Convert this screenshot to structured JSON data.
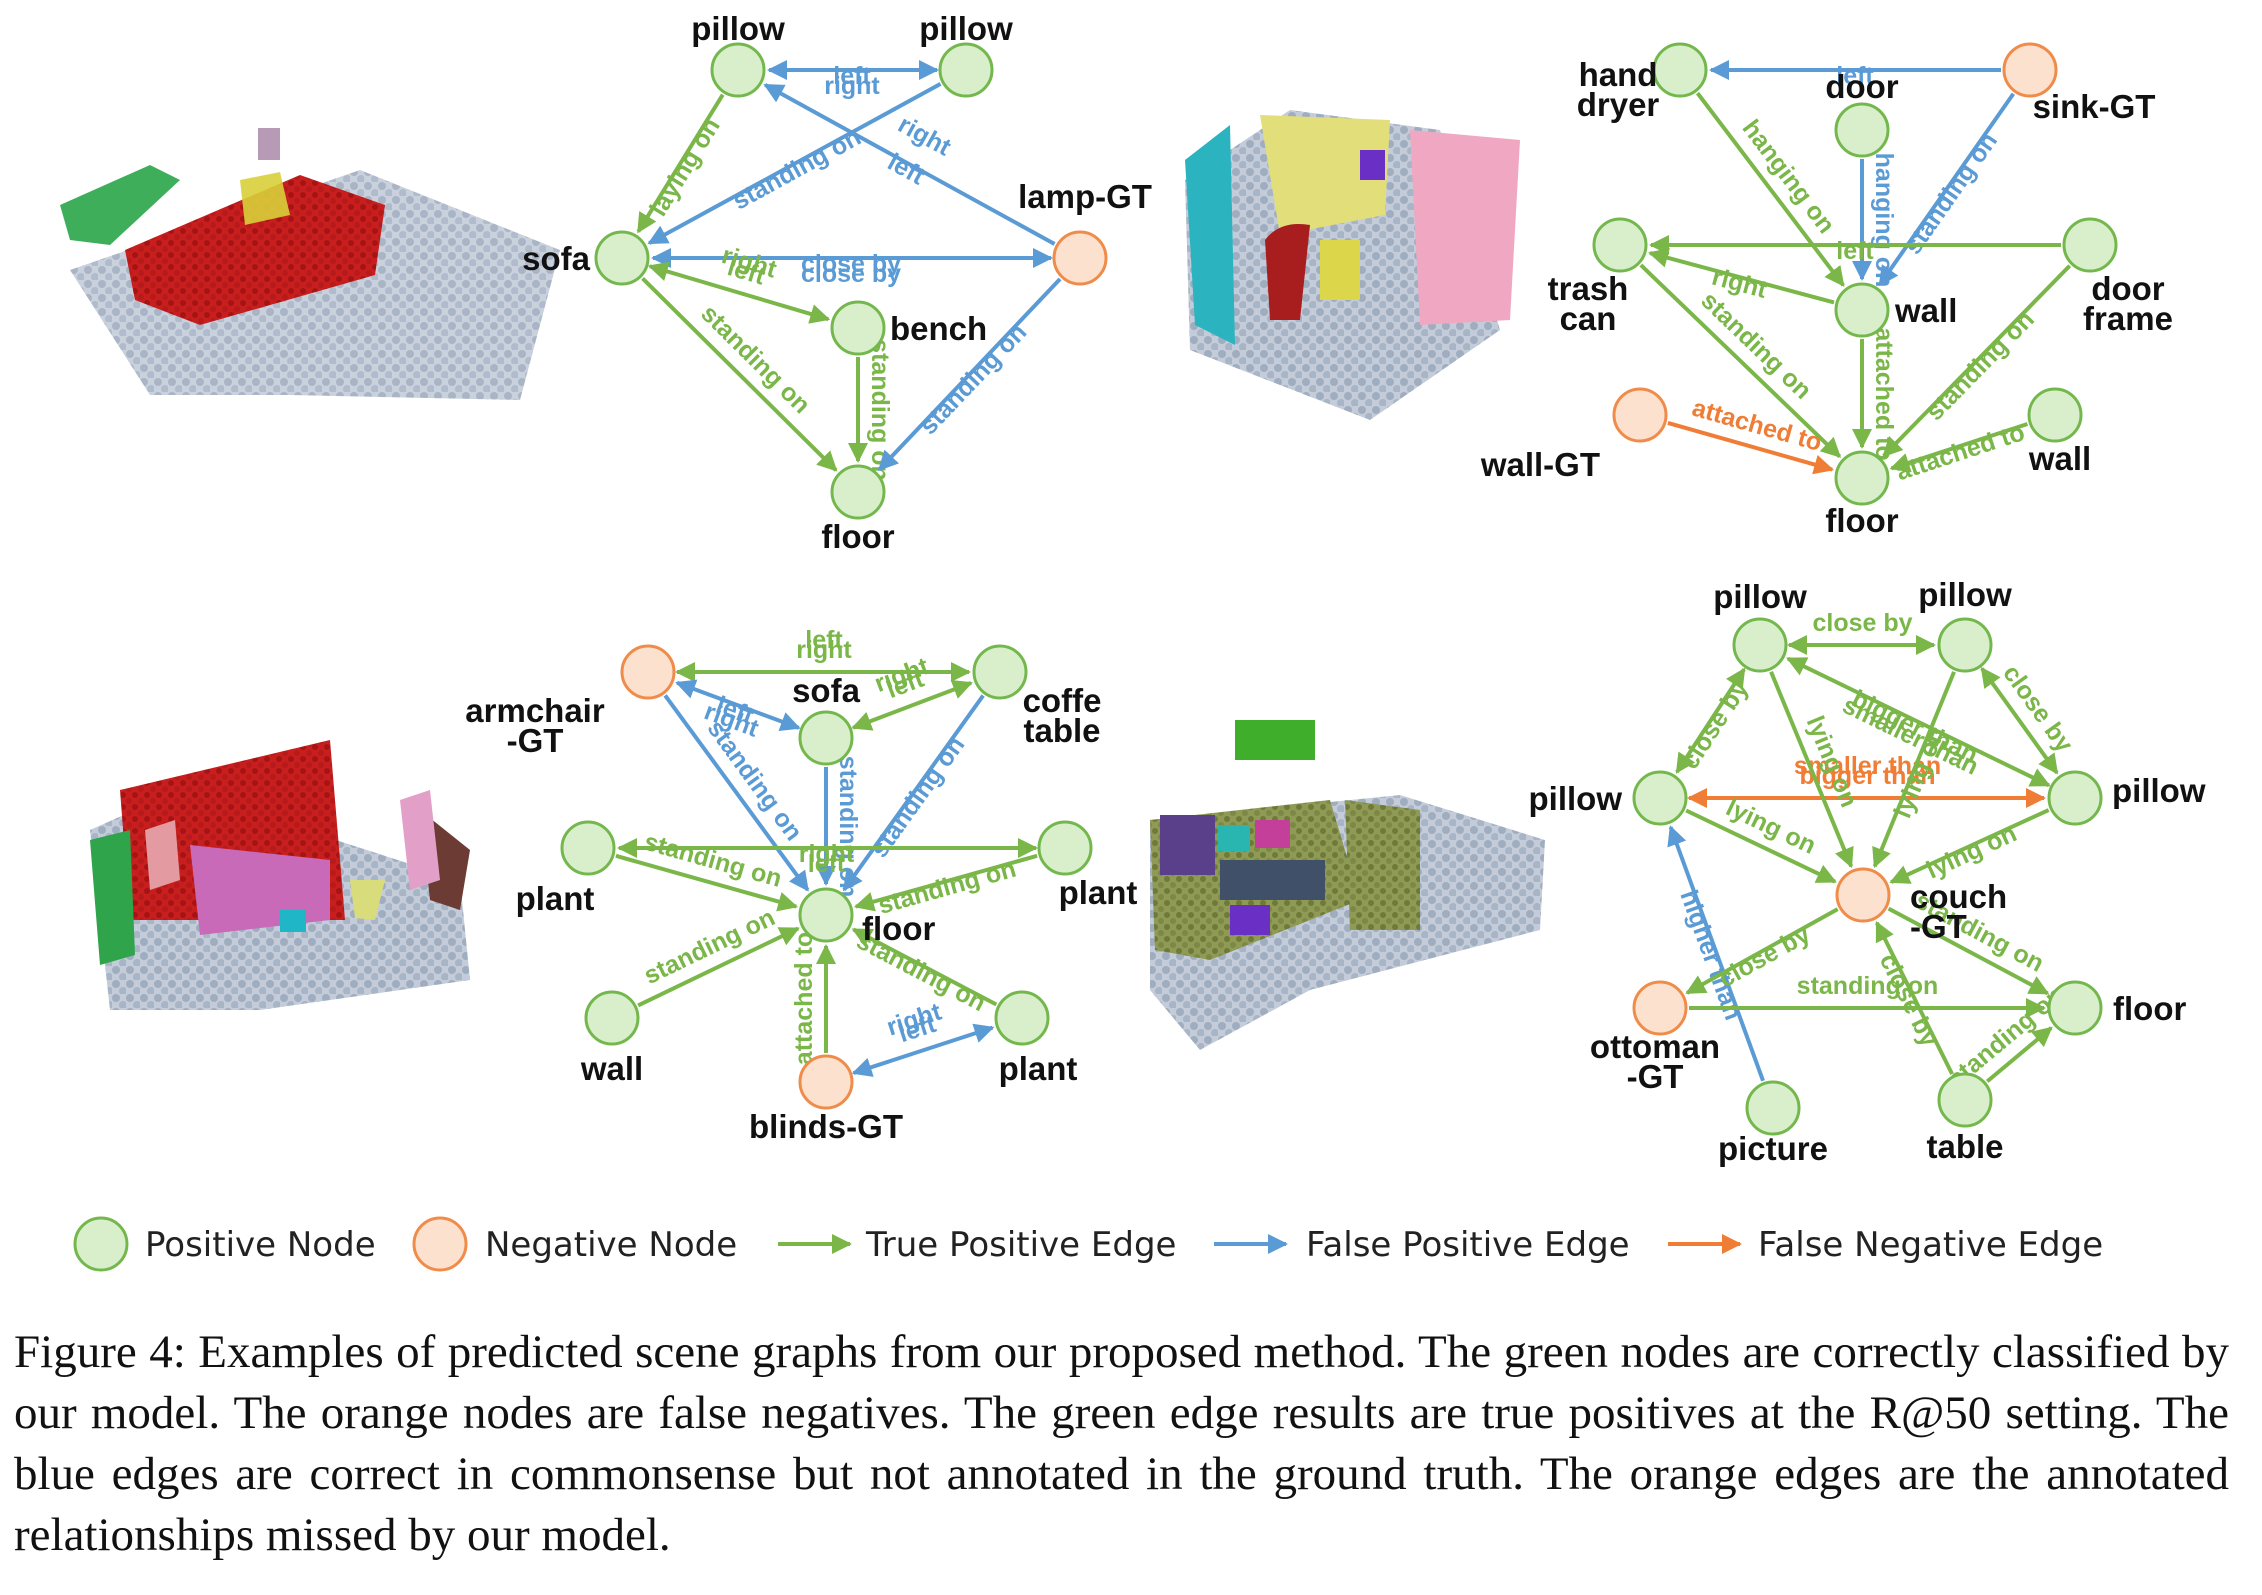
{
  "colors": {
    "positive_fill": "#d9efcc",
    "positive_stroke": "#74b84d",
    "negative_fill": "#fde1cf",
    "negative_stroke": "#ef8c4a",
    "true_positive": "#7ab648",
    "false_positive": "#5b9bd5",
    "false_negative": "#ef7d35"
  },
  "panels": [
    {
      "id": "graph-1",
      "nodes": [
        {
          "id": "pillow1",
          "label": "pillow",
          "type": "positive"
        },
        {
          "id": "pillow2",
          "label": "pillow",
          "type": "positive"
        },
        {
          "id": "sofa",
          "label": "sofa",
          "type": "positive"
        },
        {
          "id": "lamp",
          "label": "lamp-GT",
          "type": "negative"
        },
        {
          "id": "bench",
          "label": "bench",
          "type": "positive"
        },
        {
          "id": "floor",
          "label": "floor",
          "type": "positive"
        }
      ],
      "edges": [
        {
          "from": "pillow2",
          "to": "pillow1",
          "label": "left",
          "kind": "fp",
          "bi": true
        },
        {
          "from": "pillow1",
          "to": "pillow2",
          "label": "right",
          "kind": "fp"
        },
        {
          "from": "pillow1",
          "to": "sofa",
          "label": "laying on",
          "kind": "tp"
        },
        {
          "from": "pillow2",
          "to": "sofa",
          "label": "standing on",
          "kind": "fp"
        },
        {
          "from": "lamp",
          "to": "pillow1",
          "label": "left",
          "kind": "fp"
        },
        {
          "from": "lamp",
          "to": "pillow1",
          "label": "right",
          "kind": "fp"
        },
        {
          "from": "lamp",
          "to": "sofa",
          "label": "close by",
          "kind": "fp",
          "bi": true
        },
        {
          "from": "sofa",
          "to": "lamp",
          "label": "close by",
          "kind": "fp"
        },
        {
          "from": "sofa",
          "to": "bench",
          "label": "left",
          "kind": "tp",
          "bi": true
        },
        {
          "from": "bench",
          "to": "sofa",
          "label": "right",
          "kind": "tp"
        },
        {
          "from": "sofa",
          "to": "floor",
          "label": "standing on",
          "kind": "tp"
        },
        {
          "from": "bench",
          "to": "floor",
          "label": "standing on",
          "kind": "tp"
        },
        {
          "from": "lamp",
          "to": "floor",
          "label": "standing on",
          "kind": "fp"
        }
      ]
    },
    {
      "id": "graph-2",
      "nodes": [
        {
          "id": "handdryer",
          "label": "hand dryer",
          "type": "positive"
        },
        {
          "id": "door",
          "label": "door",
          "type": "positive"
        },
        {
          "id": "sink",
          "label": "sink-GT",
          "type": "negative"
        },
        {
          "id": "trashcan",
          "label": "trash can",
          "type": "positive"
        },
        {
          "id": "wall",
          "label": "wall",
          "type": "positive"
        },
        {
          "id": "doorframe",
          "label": "door frame",
          "type": "positive"
        },
        {
          "id": "wallgt",
          "label": "wall-GT",
          "type": "negative"
        },
        {
          "id": "floor",
          "label": "floor",
          "type": "positive"
        },
        {
          "id": "wall2",
          "label": "wall",
          "type": "positive"
        }
      ],
      "edges": [
        {
          "from": "sink",
          "to": "handdryer",
          "label": "left",
          "kind": "fp"
        },
        {
          "from": "handdryer",
          "to": "wall",
          "label": "hanging on",
          "kind": "tp"
        },
        {
          "from": "door",
          "to": "wall",
          "label": "hanging on",
          "kind": "fp"
        },
        {
          "from": "sink",
          "to": "wall",
          "label": "standing on",
          "kind": "fp"
        },
        {
          "from": "wall",
          "to": "trashcan",
          "label": "right",
          "kind": "tp"
        },
        {
          "from": "doorframe",
          "to": "trashcan",
          "label": "left",
          "kind": "tp"
        },
        {
          "from": "trashcan",
          "to": "floor",
          "label": "standing on",
          "kind": "tp"
        },
        {
          "from": "wall",
          "to": "floor",
          "label": "attached to",
          "kind": "tp"
        },
        {
          "from": "doorframe",
          "to": "floor",
          "label": "standing on",
          "kind": "tp"
        },
        {
          "from": "wallgt",
          "to": "floor",
          "label": "attached to",
          "kind": "fn"
        },
        {
          "from": "wall2",
          "to": "floor",
          "label": "attached to",
          "kind": "tp"
        }
      ]
    },
    {
      "id": "graph-3",
      "nodes": [
        {
          "id": "armchair",
          "label": "armchair -GT",
          "type": "negative"
        },
        {
          "id": "sofa",
          "label": "sofa",
          "type": "positive"
        },
        {
          "id": "coffe",
          "label": "coffe table",
          "type": "positive"
        },
        {
          "id": "plant1",
          "label": "plant",
          "type": "positive"
        },
        {
          "id": "floor",
          "label": "floor",
          "type": "positive"
        },
        {
          "id": "plant2",
          "label": "plant",
          "type": "positive"
        },
        {
          "id": "wall",
          "label": "wall",
          "type": "positive"
        },
        {
          "id": "blinds",
          "label": "blinds-GT",
          "type": "negative"
        },
        {
          "id": "plant3",
          "label": "plant",
          "type": "positive"
        }
      ],
      "edges": [
        {
          "from": "armchair",
          "to": "coffe",
          "label": "right",
          "kind": "tp",
          "bi": true
        },
        {
          "from": "coffe",
          "to": "armchair",
          "label": "left",
          "kind": "tp"
        },
        {
          "from": "sofa",
          "to": "armchair",
          "label": "left",
          "kind": "fp",
          "bi": true
        },
        {
          "from": "armchair",
          "to": "sofa",
          "label": "right",
          "kind": "fp"
        },
        {
          "from": "sofa",
          "to": "coffe",
          "label": "left",
          "kind": "tp",
          "bi": true
        },
        {
          "from": "coffe",
          "to": "sofa",
          "label": "right",
          "kind": "tp"
        },
        {
          "from": "armchair",
          "to": "floor",
          "label": "standing on",
          "kind": "fp"
        },
        {
          "from": "sofa",
          "to": "floor",
          "label": "standing on",
          "kind": "fp"
        },
        {
          "from": "coffe",
          "to": "floor",
          "label": "standing on",
          "kind": "fp"
        },
        {
          "from": "plant2",
          "to": "plant1",
          "label": "right",
          "kind": "tp",
          "bi": true
        },
        {
          "from": "plant1",
          "to": "plant2",
          "label": "left",
          "kind": "tp"
        },
        {
          "from": "plant1",
          "to": "floor",
          "label": "standing on",
          "kind": "tp"
        },
        {
          "from": "plant2",
          "to": "floor",
          "label": "standing on",
          "kind": "tp"
        },
        {
          "from": "wall",
          "to": "floor",
          "label": "standing on",
          "kind": "tp"
        },
        {
          "from": "blinds",
          "to": "floor",
          "label": "attached to",
          "kind": "tp"
        },
        {
          "from": "plant3",
          "to": "floor",
          "label": "standing on",
          "kind": "tp"
        },
        {
          "from": "blinds",
          "to": "plant3",
          "label": "left",
          "kind": "fp",
          "bi": true
        },
        {
          "from": "plant3",
          "to": "blinds",
          "label": "right",
          "kind": "fp"
        }
      ]
    },
    {
      "id": "graph-4",
      "nodes": [
        {
          "id": "pillowA",
          "label": "pillow",
          "type": "positive"
        },
        {
          "id": "pillowB",
          "label": "pillow",
          "type": "positive"
        },
        {
          "id": "pillowC",
          "label": "pillow",
          "type": "positive"
        },
        {
          "id": "pillowD",
          "label": "pillow",
          "type": "positive"
        },
        {
          "id": "couch",
          "label": "couch -GT",
          "type": "negative"
        },
        {
          "id": "ottoman",
          "label": "ottoman -GT",
          "type": "negative"
        },
        {
          "id": "floor",
          "label": "floor",
          "type": "positive"
        },
        {
          "id": "picture",
          "label": "picture",
          "type": "positive"
        },
        {
          "id": "table",
          "label": "table",
          "type": "positive"
        }
      ],
      "edges": [
        {
          "from": "pillowA",
          "to": "pillowB",
          "label": "close by",
          "kind": "tp",
          "bi": true
        },
        {
          "from": "pillowA",
          "to": "pillowC",
          "label": "close by",
          "kind": "tp",
          "bi": true
        },
        {
          "from": "pillowB",
          "to": "pillowD",
          "label": "close by",
          "kind": "tp",
          "bi": true
        },
        {
          "from": "pillowD",
          "to": "pillowA",
          "label": "bigger than",
          "kind": "tp",
          "bi": true
        },
        {
          "from": "pillowA",
          "to": "pillowD",
          "label": "smaller than",
          "kind": "tp"
        },
        {
          "from": "pillowC",
          "to": "pillowD",
          "label": "bigger than",
          "kind": "fn",
          "bi": true
        },
        {
          "from": "pillowD",
          "to": "pillowC",
          "label": "smaller than",
          "kind": "fn"
        },
        {
          "from": "pillowA",
          "to": "couch",
          "label": "lying on",
          "kind": "tp"
        },
        {
          "from": "pillowB",
          "to": "couch",
          "label": "lying on",
          "kind": "tp"
        },
        {
          "from": "pillowC",
          "to": "couch",
          "label": "lying on",
          "kind": "tp"
        },
        {
          "from": "pillowD",
          "to": "couch",
          "label": "lying on",
          "kind": "tp"
        },
        {
          "from": "picture",
          "to": "pillowC",
          "label": "higher than",
          "kind": "fp"
        },
        {
          "from": "couch",
          "to": "ottoman",
          "label": "close by",
          "kind": "tp"
        },
        {
          "from": "couch",
          "to": "floor",
          "label": "standing on",
          "kind": "tp"
        },
        {
          "from": "ottoman",
          "to": "floor",
          "label": "standing on",
          "kind": "tp"
        },
        {
          "from": "table",
          "to": "couch",
          "label": "close by",
          "kind": "tp"
        },
        {
          "from": "table",
          "to": "floor",
          "label": "standing on",
          "kind": "tp"
        }
      ]
    }
  ],
  "legend": {
    "positive_node": "Positive Node",
    "negative_node": "Negative Node",
    "true_positive_edge": "True Positive Edge",
    "false_positive_edge": "False Positive Edge",
    "false_negative_edge": "False Negative Edge"
  },
  "caption": "Figure 4: Examples of predicted scene graphs from our proposed method. The green nodes are correctly classified by our model. The orange nodes are false negatives. The green edge results are true positives at the R@50 setting. The blue edges are correct in commonsense but not annotated in the ground truth. The orange edges are the annotated relationships missed by our model."
}
